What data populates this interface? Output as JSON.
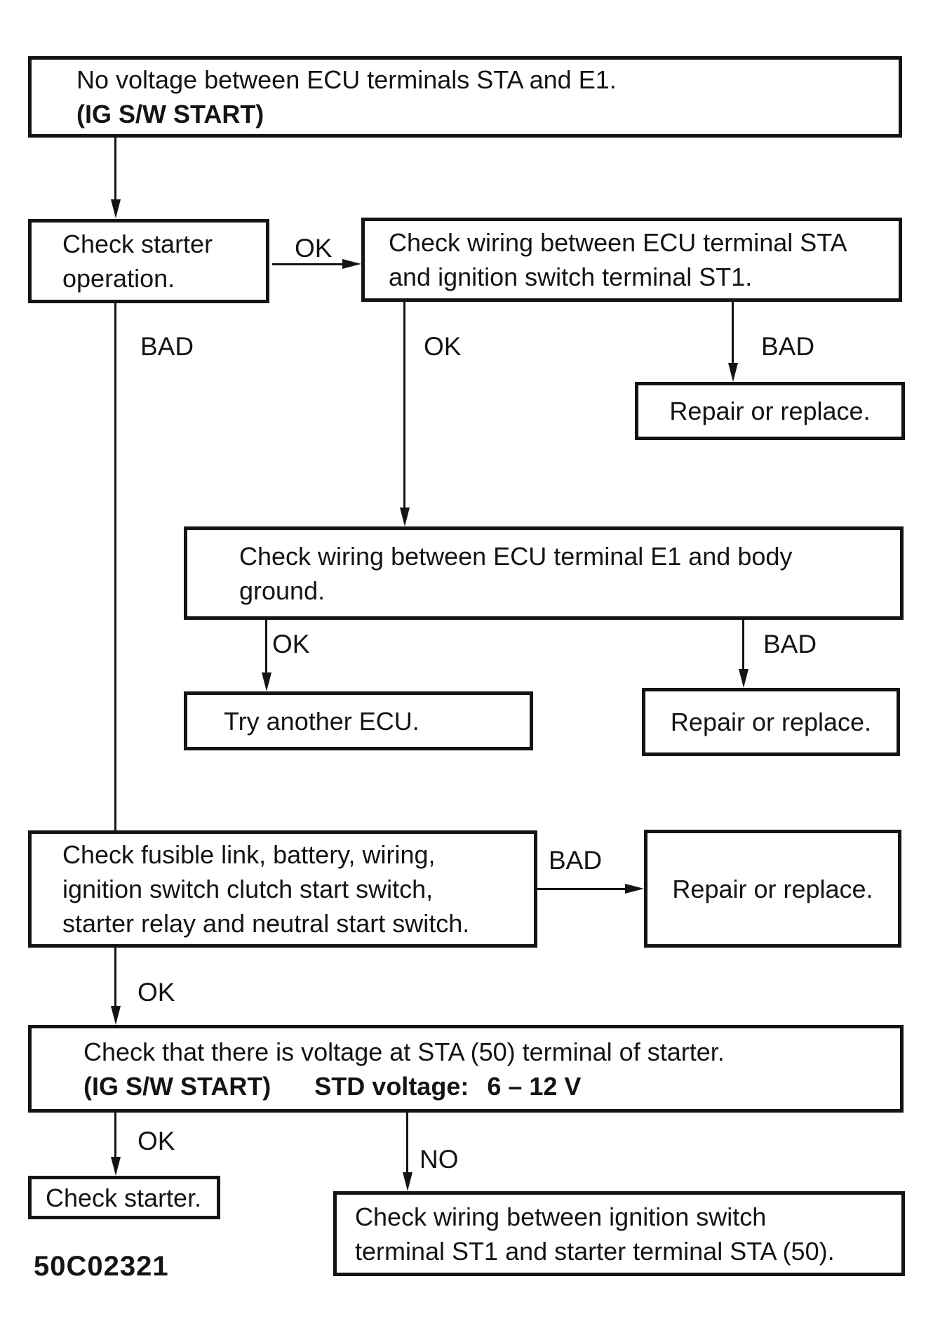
{
  "figure_code": "50C02321",
  "palette": {
    "ink": "#141414",
    "paper": "#ffffff"
  },
  "connector_labels": {
    "ok": "OK",
    "bad": "BAD",
    "no": "NO"
  },
  "boxes": {
    "start": {
      "line1": "No voltage between ECU terminals STA and E1.",
      "line2": "(IG S/W START)"
    },
    "check_starter_operation": {
      "line1": "Check starter",
      "line2": "operation."
    },
    "check_wiring_sta_st1": {
      "line1": "Check wiring between ECU terminal STA",
      "line2": "and ignition switch terminal ST1."
    },
    "repair_or_replace_1": {
      "text": "Repair or replace."
    },
    "check_wiring_e1_ground": {
      "line1": "Check wiring between ECU terminal E1 and body",
      "line2": "ground."
    },
    "try_another_ecu": {
      "text": "Try another ECU."
    },
    "repair_or_replace_2": {
      "text": "Repair or replace."
    },
    "check_fusible_link": {
      "line1": "Check fusible link, battery, wiring,",
      "line2": "ignition switch clutch start switch,",
      "line3": "starter relay and neutral start switch."
    },
    "repair_or_replace_3": {
      "text": "Repair or replace."
    },
    "check_voltage_sta50": {
      "line1": "Check that there is voltage at STA (50) terminal of starter.",
      "line2_condition": "(IG S/W START)",
      "line2_std_label": "STD voltage:",
      "line2_std_value": "6 – 12 V"
    },
    "check_starter": {
      "text": "Check starter."
    },
    "check_wiring_ignition_starter": {
      "line1": "Check wiring between ignition switch",
      "line2": "terminal ST1 and starter terminal STA (50)."
    }
  }
}
